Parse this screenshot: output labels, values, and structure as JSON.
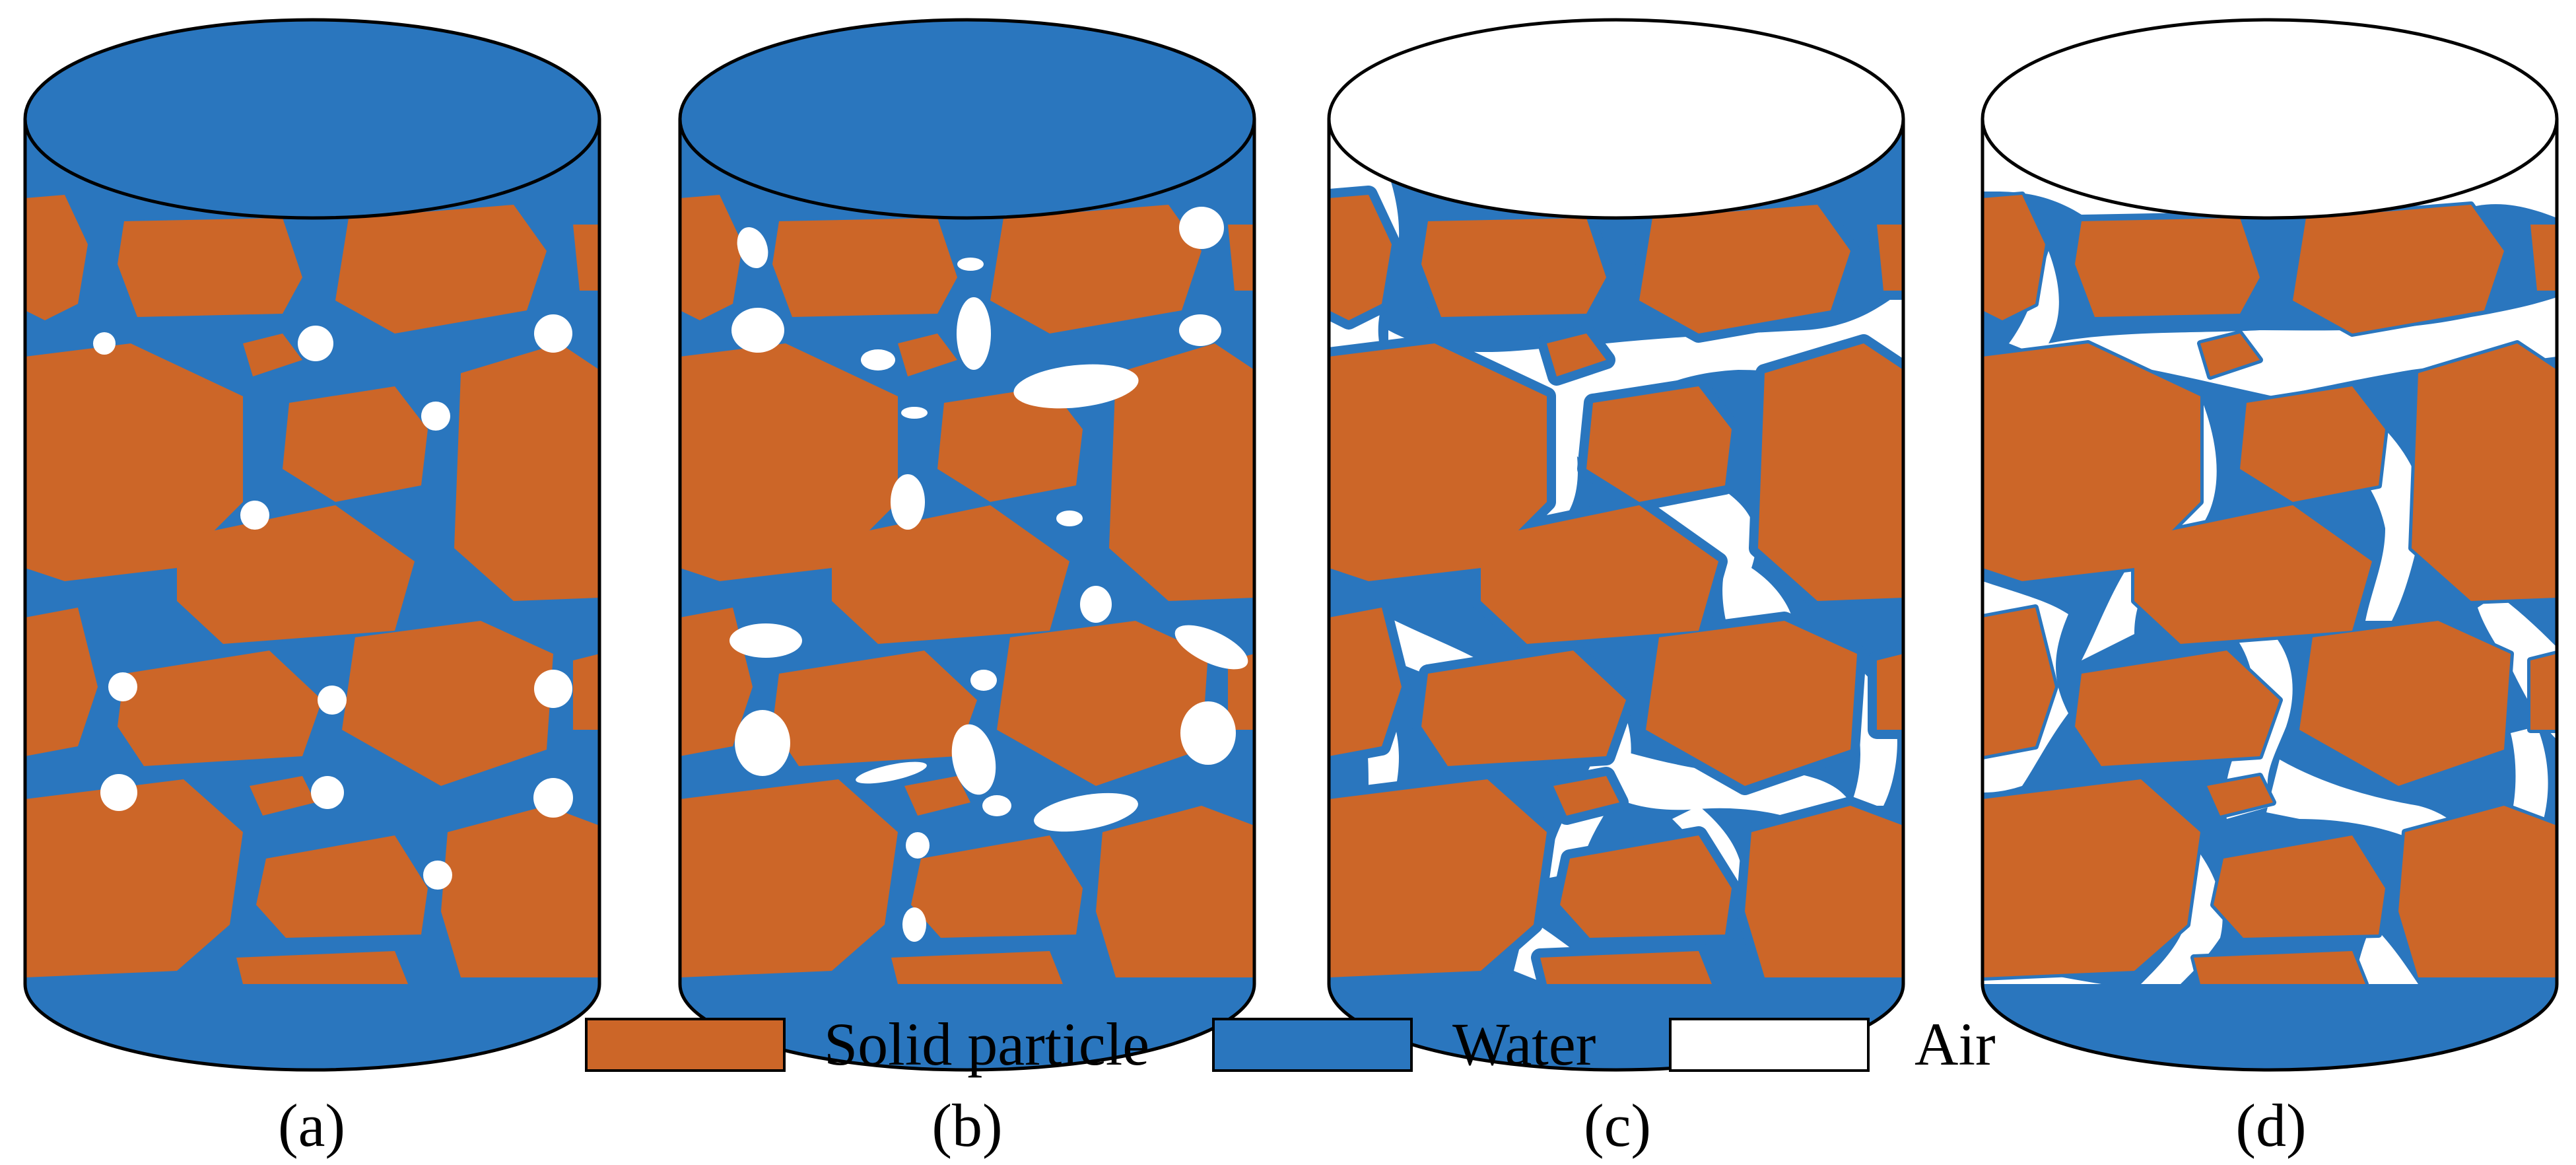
{
  "colors": {
    "solid": "#CC6628",
    "water": "#2A76BE",
    "air": "#FFFFFF",
    "outline": "#000000"
  },
  "panels": [
    {
      "label": "(a)",
      "fill": "water",
      "pores": "small-round-bubbles"
    },
    {
      "label": "(b)",
      "fill": "water",
      "pores": "irregular-bubbles"
    },
    {
      "label": "(c)",
      "fill": "air",
      "pores": "connected-air-thick-water-films"
    },
    {
      "label": "(d)",
      "fill": "air",
      "pores": "continuous-air-thin-water-films"
    }
  ],
  "legend": [
    {
      "label": "Solid particle",
      "swatch": "solid"
    },
    {
      "label": "Water",
      "swatch": "water"
    },
    {
      "label": "Air",
      "swatch": "air"
    }
  ]
}
